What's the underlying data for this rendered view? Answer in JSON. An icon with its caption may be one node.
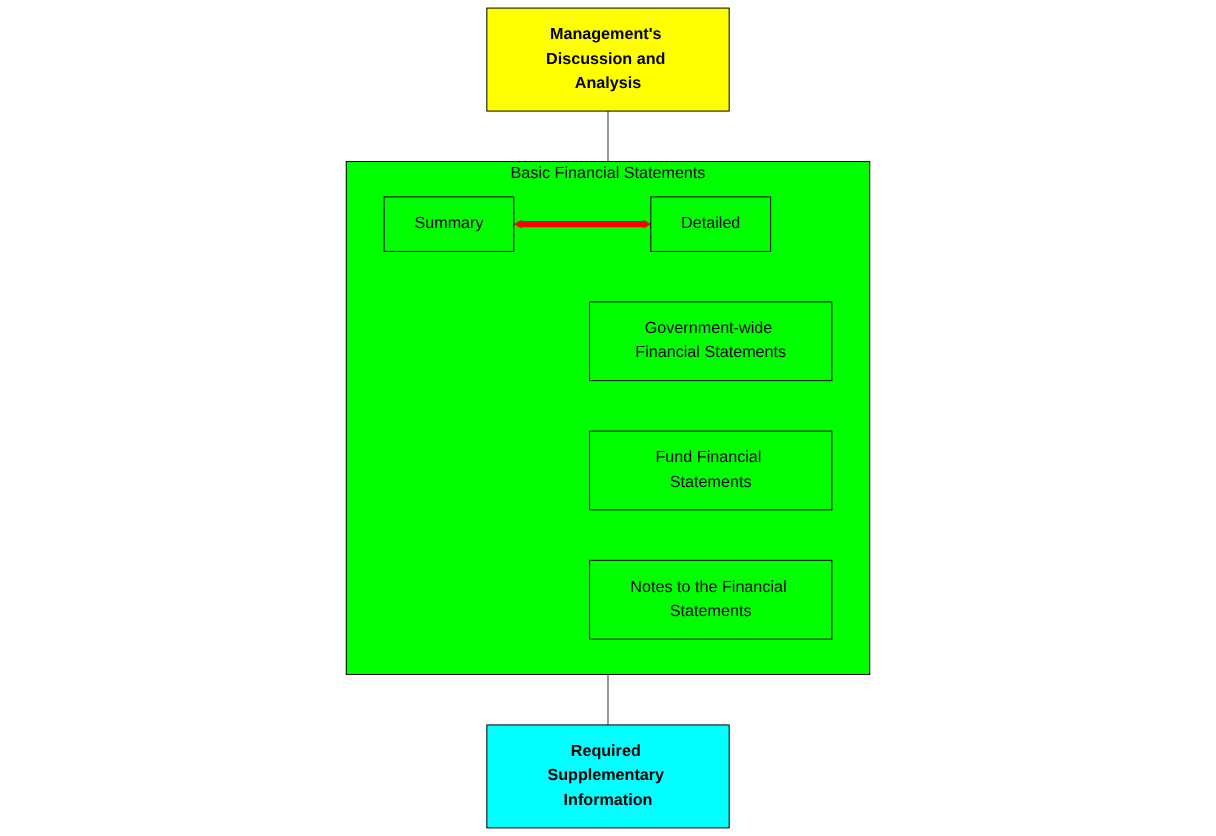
{
  "diagram": {
    "nodes": [
      {
        "text": [
          "Management's Discussion and Analysis"
        ]
      },
      {
        "text": [
          "Basic Financial Statements"
        ]
      },
      {
        "text": [
          "Summary"
        ],
        "in": 1
      },
      {
        "text": [
          "Detailed"
        ],
        "in": 1
      },
      {
        "text": [
          "Government-wide Financial Statements"
        ],
        "in": 1
      },
      {
        "text": [
          "Fund Financial Statements"
        ],
        "in": 1
      },
      {
        "text": [
          "Notes to the Financial Statements"
        ],
        "in": 1
      },
      {
        "text": [
          "Required Supplementary Information"
        ]
      }
    ],
    "edges": [
      {
        "from": 0,
        "to": 1,
        "arrow": "none"
      },
      {
        "from": 2,
        "to": 3,
        "arrow": "both",
        "style": "thick",
        "color": "#ff0000"
      },
      {
        "from": 1,
        "to": 7,
        "arrow": "none"
      }
    ]
  }
}
